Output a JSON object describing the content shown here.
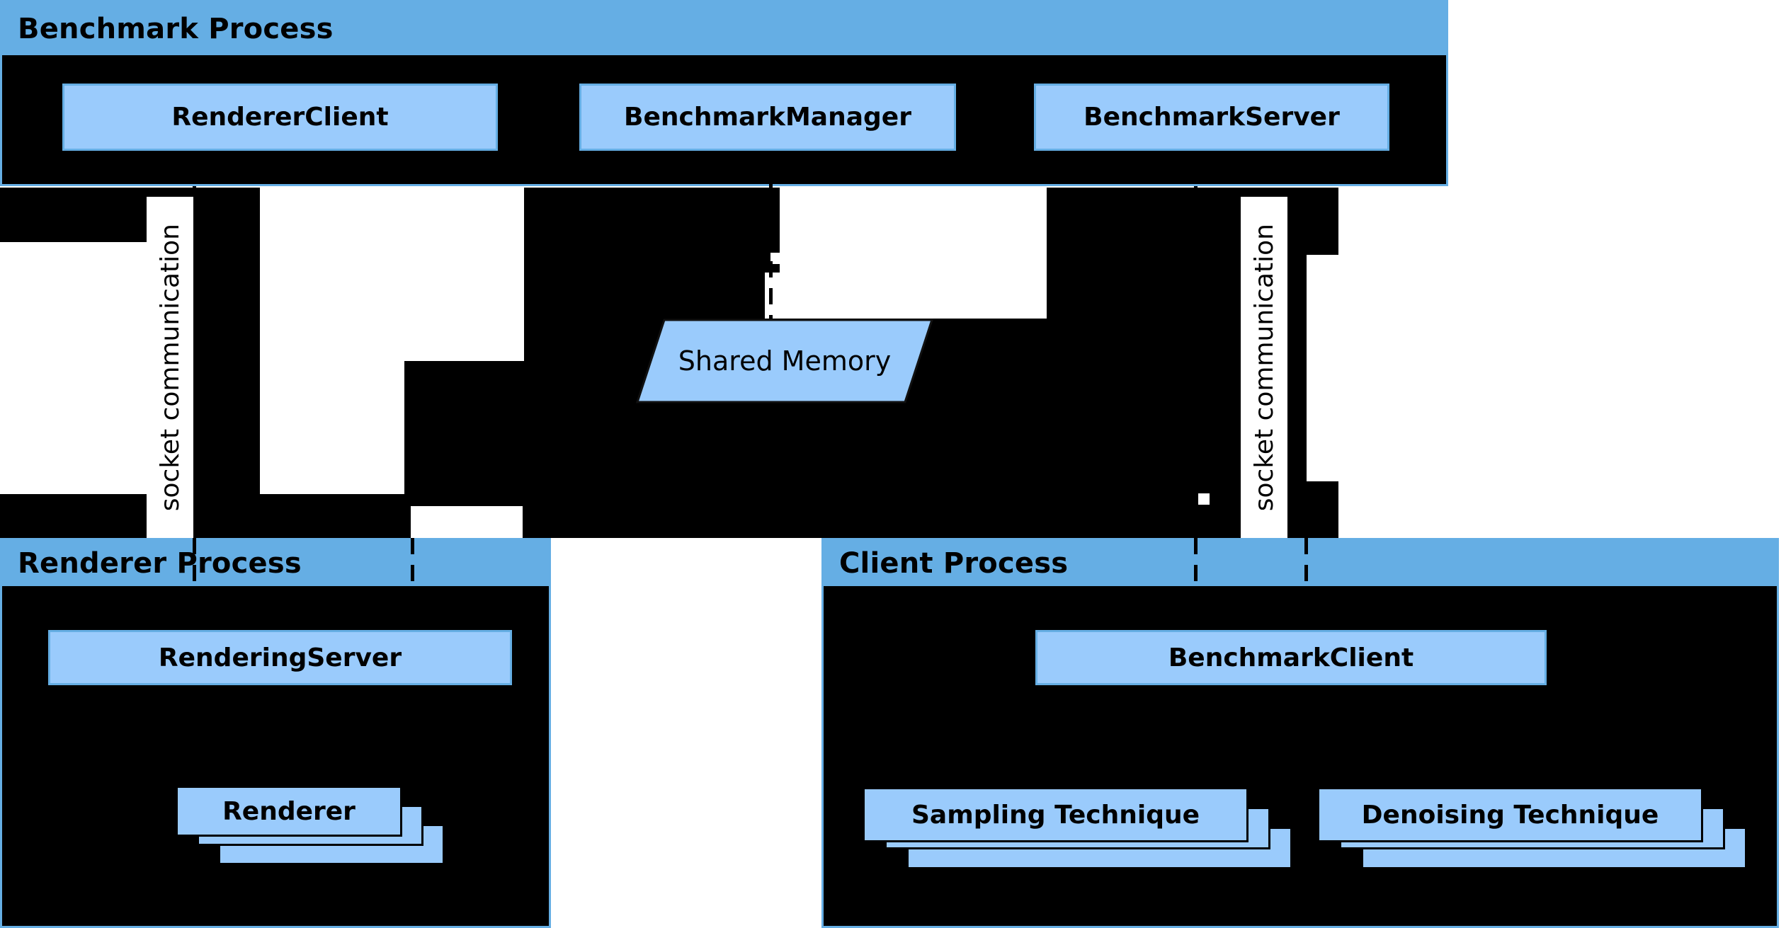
{
  "diagram": {
    "type": "component-diagram",
    "background": "#ffffff",
    "colors": {
      "header_blue": "#65AEE4",
      "node_fill": "#9ACBFC",
      "node_border": "#65AEE4",
      "stack_border": "#000000",
      "text": "#000000",
      "artifact_black": "#000000"
    }
  },
  "processes": {
    "benchmark": {
      "title": "Benchmark Process",
      "nodes": [
        {
          "label": "RendererClient"
        },
        {
          "label": "BenchmarkManager"
        },
        {
          "label": "BenchmarkServer"
        }
      ]
    },
    "renderer": {
      "title": "Renderer Process",
      "nodes": [
        {
          "label": "RenderingServer"
        }
      ],
      "stacks": [
        {
          "label": "Renderer",
          "count": 3
        }
      ]
    },
    "client": {
      "title": "Client Process",
      "nodes": [
        {
          "label": "BenchmarkClient"
        }
      ],
      "stacks": [
        {
          "label": "Sampling Technique",
          "count": 3
        },
        {
          "label": "Denoising Technique",
          "count": 3
        }
      ]
    }
  },
  "shared_memory": {
    "label": "Shared Memory",
    "shape": "parallelogram"
  },
  "connectors": [
    {
      "label": "socket communication",
      "orientation": "vertical",
      "side": "left"
    },
    {
      "label": "socket communication",
      "orientation": "vertical",
      "side": "right"
    }
  ]
}
